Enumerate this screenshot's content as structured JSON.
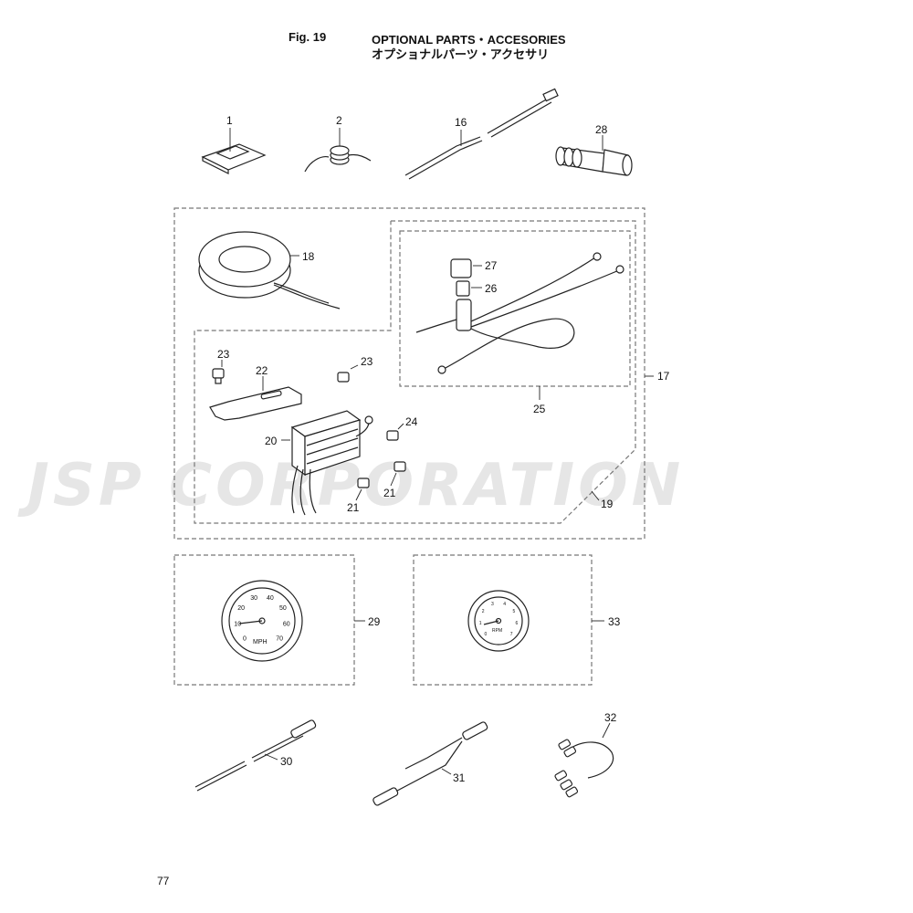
{
  "header": {
    "fig_label": "Fig. 19",
    "title_en": "OPTIONAL PARTS・ACCESORIES",
    "title_jp": "オプショナルパーツ・アクセサリ"
  },
  "watermark": "JSP CORPORATION",
  "page_number": "77",
  "callouts": {
    "c1": "1",
    "c2": "2",
    "c16": "16",
    "c28": "28",
    "c18": "18",
    "c27": "27",
    "c26": "26",
    "c25": "25",
    "c17": "17",
    "c23a": "23",
    "c23b": "23",
    "c22": "22",
    "c24": "24",
    "c20": "20",
    "c21a": "21",
    "c21b": "21",
    "c19": "19",
    "c29": "29",
    "c33": "33",
    "c30": "30",
    "c31": "31",
    "c32": "32"
  },
  "gauges": {
    "speedometer": {
      "ticks": [
        "0",
        "10",
        "20",
        "30",
        "40",
        "50",
        "60",
        "70"
      ],
      "unit": "MPH"
    },
    "tachometer": {
      "ticks": [
        "0",
        "1",
        "2",
        "3",
        "4",
        "5",
        "6",
        "7"
      ],
      "unit": "RPM"
    }
  }
}
